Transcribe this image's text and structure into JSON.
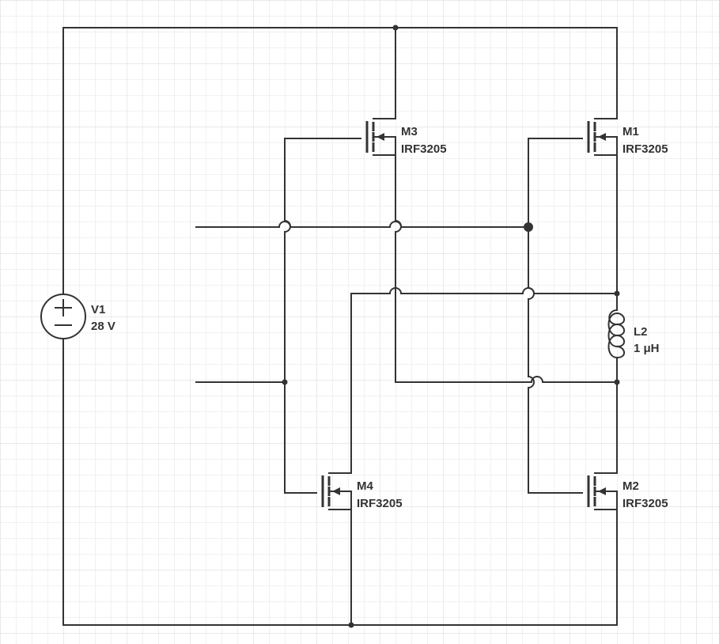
{
  "diagram": {
    "type": "circuit-schematic",
    "grid": true,
    "colors": {
      "wire": "#333333",
      "grid": "#e3e3e3",
      "background": "#ffffff"
    },
    "components": {
      "v1": {
        "name": "V1",
        "value": "28 V",
        "kind": "dc-voltage-source"
      },
      "l2": {
        "name": "L2",
        "value": "1 μH",
        "kind": "inductor"
      },
      "m1": {
        "name": "M1",
        "part": "IRF3205",
        "kind": "n-channel-mosfet"
      },
      "m2": {
        "name": "M2",
        "part": "IRF3205",
        "kind": "n-channel-mosfet"
      },
      "m3": {
        "name": "M3",
        "part": "IRF3205",
        "kind": "n-channel-mosfet"
      },
      "m4": {
        "name": "M4",
        "part": "IRF3205",
        "kind": "n-channel-mosfet"
      }
    }
  }
}
